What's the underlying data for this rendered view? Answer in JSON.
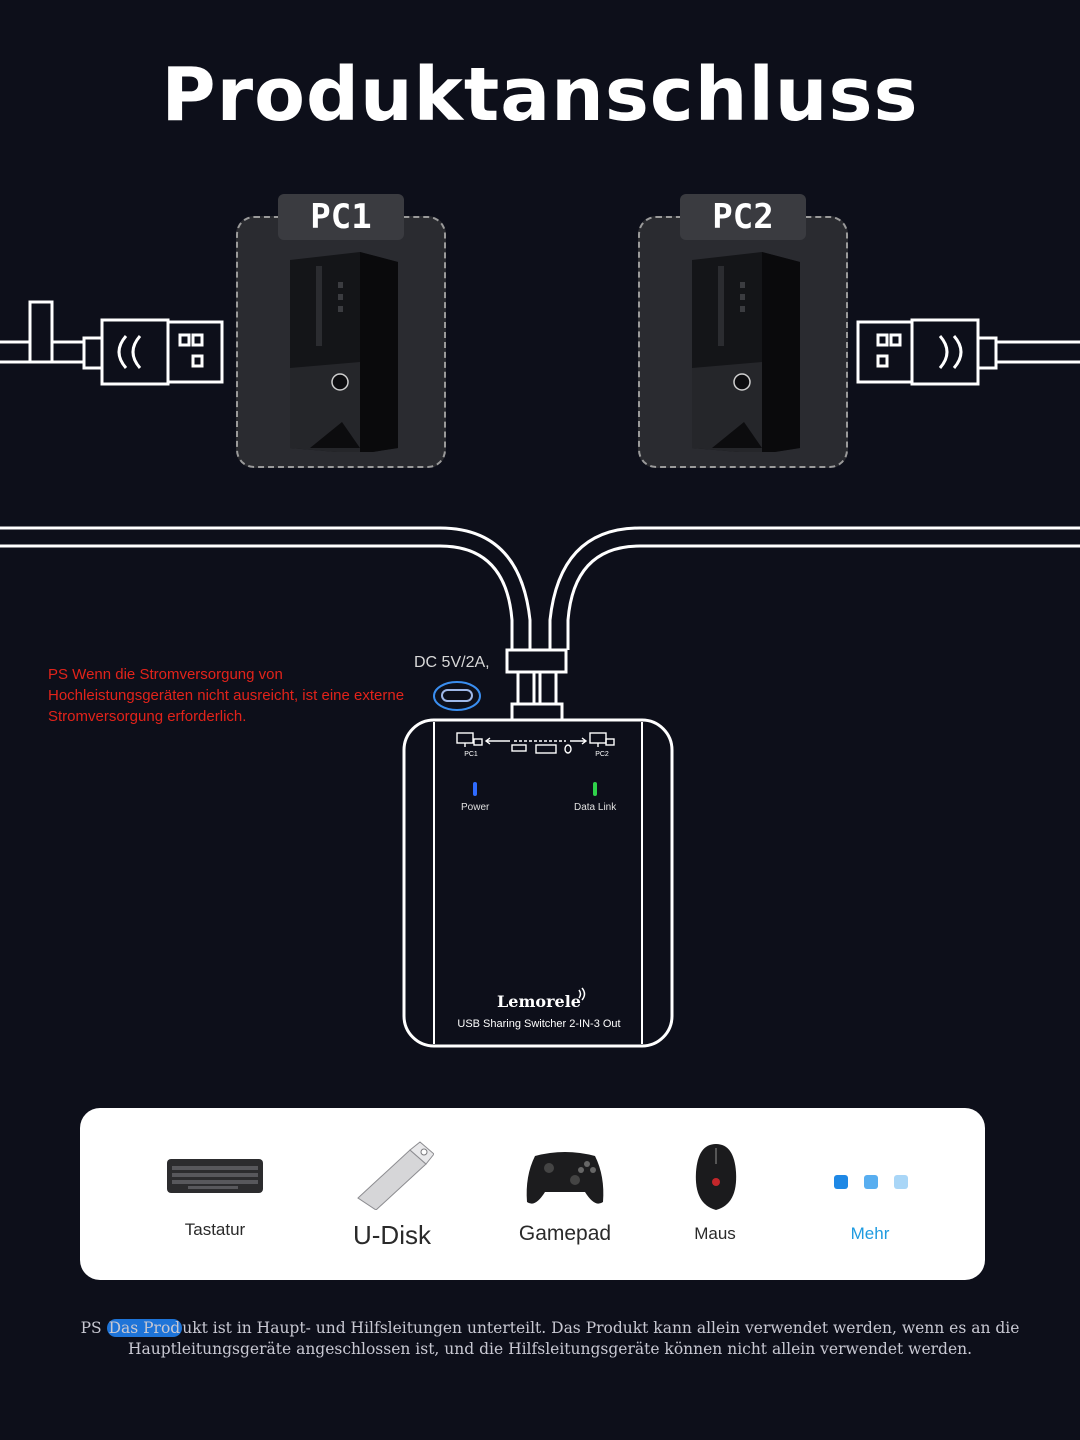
{
  "page": {
    "title": "Produktanschluss",
    "pc1_label": "PC1",
    "pc2_label": "PC2",
    "warning_text": "PS Wenn die Stromversorgung von Hochleistungsgeräten nicht ausreicht, ist eine externe Stromversorgung erforderlich.",
    "dc_label": "DC 5V/2A,",
    "switch": {
      "power_label": "Power",
      "data_label": "Data Link",
      "port_pc1": "PC1",
      "port_pc2": "PC2",
      "brand": "Lemorele",
      "model": "USB Sharing Switcher 2-IN-3 Out",
      "power_led_color": "#2f6bff",
      "data_led_color": "#2fd24a"
    },
    "devices": [
      {
        "label": "Tastatur",
        "icon": "keyboard-icon"
      },
      {
        "label": "U-Disk",
        "icon": "usb-flash-drive-icon"
      },
      {
        "label": "Gamepad",
        "icon": "gamepad-icon"
      },
      {
        "label": "Maus",
        "icon": "mouse-icon"
      },
      {
        "label": "Mehr",
        "icon": "more-dots-icon"
      }
    ],
    "footnote_prefix": "PS ",
    "footnote_highlight": "Das Prod",
    "footnote_rest": "ukt ist in Haupt- und Hilfsleitungen unterteilt. Das Produkt kann allein verwendet werden, wenn es an die Hauptleitungsgeräte angeschlossen ist, und die Hilfsleitungsgeräte können nicht allein verwendet werden.",
    "colors": {
      "background": "#0d0f1a",
      "warning": "#e2231a",
      "accent": "#1e9be0"
    }
  }
}
